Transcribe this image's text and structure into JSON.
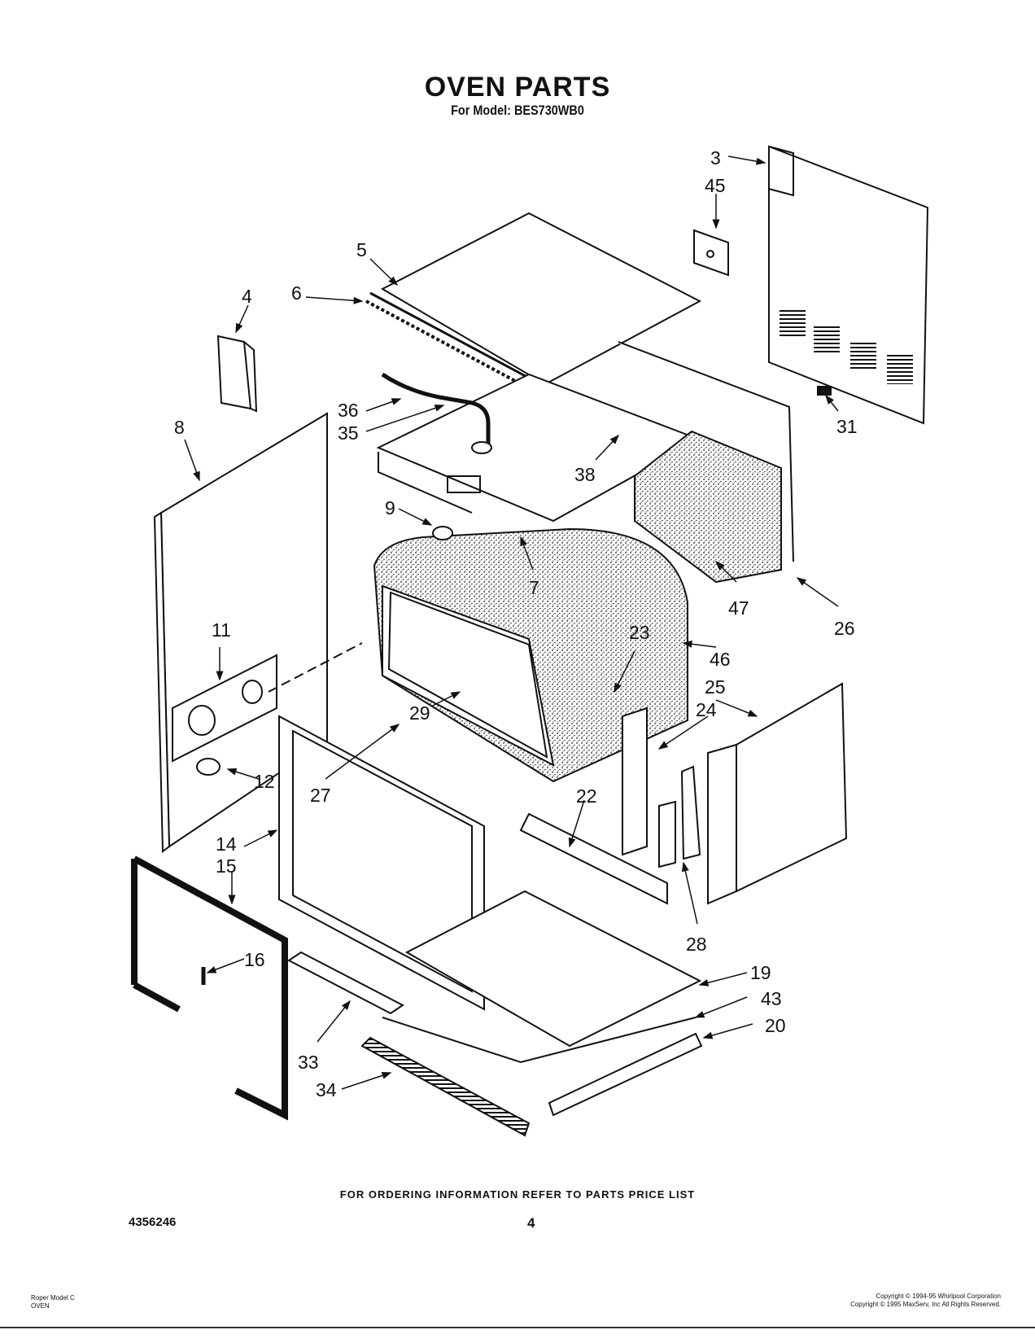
{
  "header": {
    "title": "OVEN PARTS",
    "subtitle": "For Model: BES730WB0"
  },
  "callouts": [
    {
      "id": "c3",
      "label": "3"
    },
    {
      "id": "c45",
      "label": "45"
    },
    {
      "id": "c5",
      "label": "5"
    },
    {
      "id": "c4",
      "label": "4"
    },
    {
      "id": "c6",
      "label": "6"
    },
    {
      "id": "c36",
      "label": "36"
    },
    {
      "id": "c35",
      "label": "35"
    },
    {
      "id": "c31",
      "label": "31"
    },
    {
      "id": "c8",
      "label": "8"
    },
    {
      "id": "c38",
      "label": "38"
    },
    {
      "id": "c9",
      "label": "9"
    },
    {
      "id": "c7",
      "label": "7"
    },
    {
      "id": "c47",
      "label": "47"
    },
    {
      "id": "c26",
      "label": "26"
    },
    {
      "id": "c11",
      "label": "11"
    },
    {
      "id": "c23",
      "label": "23"
    },
    {
      "id": "c46",
      "label": "46"
    },
    {
      "id": "c25",
      "label": "25"
    },
    {
      "id": "c24",
      "label": "24"
    },
    {
      "id": "c29",
      "label": "29"
    },
    {
      "id": "c12",
      "label": "12"
    },
    {
      "id": "c27",
      "label": "27"
    },
    {
      "id": "c22",
      "label": "22"
    },
    {
      "id": "c14",
      "label": "14"
    },
    {
      "id": "c15",
      "label": "15"
    },
    {
      "id": "c28",
      "label": "28"
    },
    {
      "id": "c16",
      "label": "16"
    },
    {
      "id": "c19",
      "label": "19"
    },
    {
      "id": "c43",
      "label": "43"
    },
    {
      "id": "c20",
      "label": "20"
    },
    {
      "id": "c33",
      "label": "33"
    },
    {
      "id": "c34",
      "label": "34"
    }
  ],
  "footer": {
    "ordering_note": "FOR ORDERING INFORMATION REFER TO PARTS PRICE LIST",
    "doc_number": "4356246",
    "page_number": "4",
    "left_line1": "Roper Model C",
    "left_line2": "OVEN",
    "right_line1": "Copyright © 1994-95 Whirlpool Corporation",
    "right_line2": "Copyright © 1995 MaxServ, Inc   All Rights Reserved."
  }
}
